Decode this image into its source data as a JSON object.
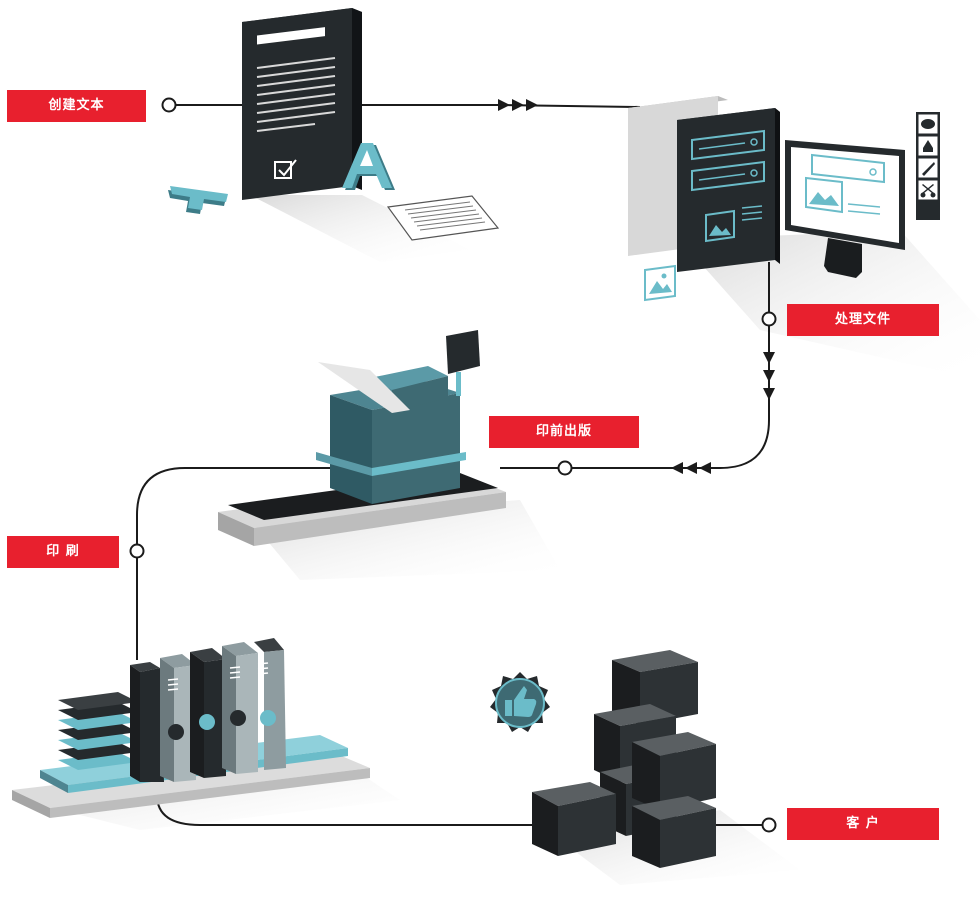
{
  "colors": {
    "label_bg": "#e8202e",
    "label_text": "#ffffff",
    "line": "#1b1b1b",
    "device_dark": "#252a2d",
    "accent_teal": "#6bbcc9",
    "press_teal": "#3e6a73",
    "shadow_grey": "#e4e4e4"
  },
  "icons": [
    "document-icon",
    "checkbox-icon",
    "letter-a-icon",
    "monitor-icon",
    "image-icon",
    "palette-icon",
    "pen-icon",
    "scissors-icon",
    "prepress-machine-icon",
    "printing-press-icon",
    "thumbs-up-badge-icon",
    "shipping-boxes-icon"
  ],
  "steps": [
    {
      "id": "create",
      "label": "创建文本"
    },
    {
      "id": "process",
      "label": "处理文件"
    },
    {
      "id": "prepress",
      "label": "印前出版"
    },
    {
      "id": "print",
      "label": "印 刷"
    },
    {
      "id": "customer",
      "label": "客 户"
    }
  ]
}
